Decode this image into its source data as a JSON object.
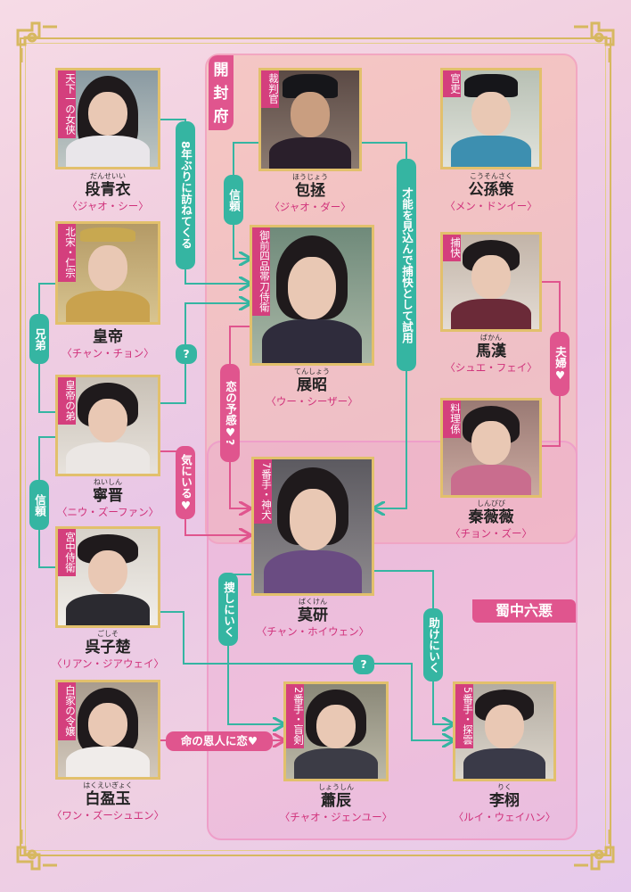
{
  "regions": {
    "kaifeng": "開封府",
    "shu": "蜀中六悪"
  },
  "characters": {
    "duan": {
      "role": "天下一の女侠",
      "ruby": "だんせいい",
      "name": "段青衣",
      "actor": "〈ジャオ・シー〉"
    },
    "emperor": {
      "role": "北宋・仁宗",
      "ruby": "",
      "name": "皇帝",
      "actor": "〈チャン・チョン〉"
    },
    "ning": {
      "role": "皇帝の弟",
      "ruby": "ねいしん",
      "name": "寧晋",
      "actor": "〈ニウ・ズーファン〉"
    },
    "wu": {
      "role": "宮中侍衛",
      "ruby": "ごしそ",
      "name": "呉子楚",
      "actor": "〈リアン・ジアウェイ〉"
    },
    "bai": {
      "role": "白家の令嬢",
      "ruby": "はくえいぎょく",
      "name": "白盈玉",
      "actor": "〈ワン・ズーシュエン〉"
    },
    "bao": {
      "role": "裁判官",
      "ruby": "ほうじょう",
      "name": "包拯",
      "actor": "〈ジャオ・ダー〉"
    },
    "zhan": {
      "role": "御前四品帯刀侍衛",
      "ruby": "てんしょう",
      "name": "展昭",
      "actor": "〈ウー・シーザー〉"
    },
    "gongsun": {
      "role": "官吏",
      "ruby": "こうそんさく",
      "name": "公孫策",
      "actor": "〈メン・ドンイー〉"
    },
    "mahan": {
      "role": "捕快",
      "ruby": "ばかん",
      "name": "馬漢",
      "actor": "〈シュエ・フェイ〉"
    },
    "qin": {
      "role": "料理係",
      "ruby": "しんびび",
      "name": "秦薇薇",
      "actor": "〈チョン・ズー〉"
    },
    "mo": {
      "role": "7番手・神犬",
      "ruby": "ばくけん",
      "name": "莫研",
      "actor": "〈チャン・ホイウェン〉"
    },
    "xiao": {
      "role": "2番手・盲剣",
      "ruby": "しょうしん",
      "name": "蕭辰",
      "actor": "〈チャオ・ジェンユー〉"
    },
    "li": {
      "role": "5番手・探雲",
      "ruby": "りく",
      "name": "李栩",
      "actor": "〈ルイ・ウェイハン〉"
    }
  },
  "relations": {
    "eight_years": "8年ぶりに訪ねてくる",
    "trust_bao": "信頼",
    "talent": "才能を見込んで捕快として試用",
    "brothers": "兄弟",
    "question1": "?",
    "love_hint": "恋の予感♥?",
    "couple": "夫婦♥",
    "trust_ning": "信頼",
    "interested": "気にいる♥",
    "search": "捜しにいく",
    "help": "助けにいく",
    "question2": "?",
    "savior": "命の恩人に恋♥"
  },
  "colors": {
    "teal": "#35b5a2",
    "pink": "#e0558e",
    "gold": "#e2c06c"
  }
}
